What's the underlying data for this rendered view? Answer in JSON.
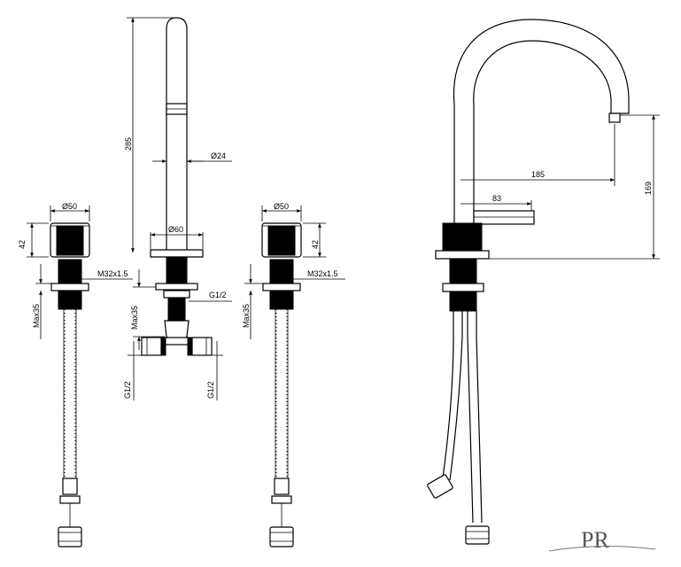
{
  "dimensions": {
    "spout_height": "285",
    "spout_diameter": "Ø24",
    "base_diameter_center": "Ø60",
    "handle_diameter_left": "Ø50",
    "handle_diameter_right": "Ø50",
    "handle_height_left": "42",
    "handle_height_right": "42",
    "thread_left": "M32x1.5",
    "thread_right": "M32x1.5",
    "max_left": "Max35",
    "max_center": "Max35",
    "max_right": "Max35",
    "pipe_center_top": "G1/2",
    "pipe_center_left": "G1/2",
    "pipe_center_right": "G1/2",
    "reach": "185",
    "handle_reach": "83",
    "outlet_height": "169"
  },
  "logo": {
    "text": "PR",
    "icon": "pr-brand-logo"
  }
}
